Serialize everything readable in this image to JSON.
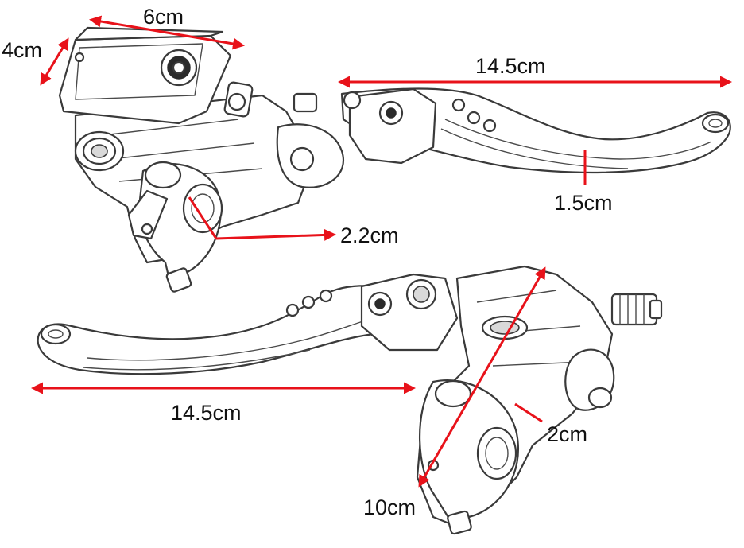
{
  "figure": {
    "accent_color": "#e8121a",
    "dimensions": [
      {
        "id": "reservoir-width",
        "label": "6cm"
      },
      {
        "id": "reservoir-height",
        "label": "4cm"
      },
      {
        "id": "brake-lever-length",
        "label": "14.5cm"
      },
      {
        "id": "brake-lever-width",
        "label": "1.5cm"
      },
      {
        "id": "brake-clamp-diameter",
        "label": "2.2cm"
      },
      {
        "id": "clutch-lever-length",
        "label": "14.5cm"
      },
      {
        "id": "clutch-body-width",
        "label": "2cm"
      },
      {
        "id": "clutch-body-length",
        "label": "10cm"
      }
    ]
  }
}
